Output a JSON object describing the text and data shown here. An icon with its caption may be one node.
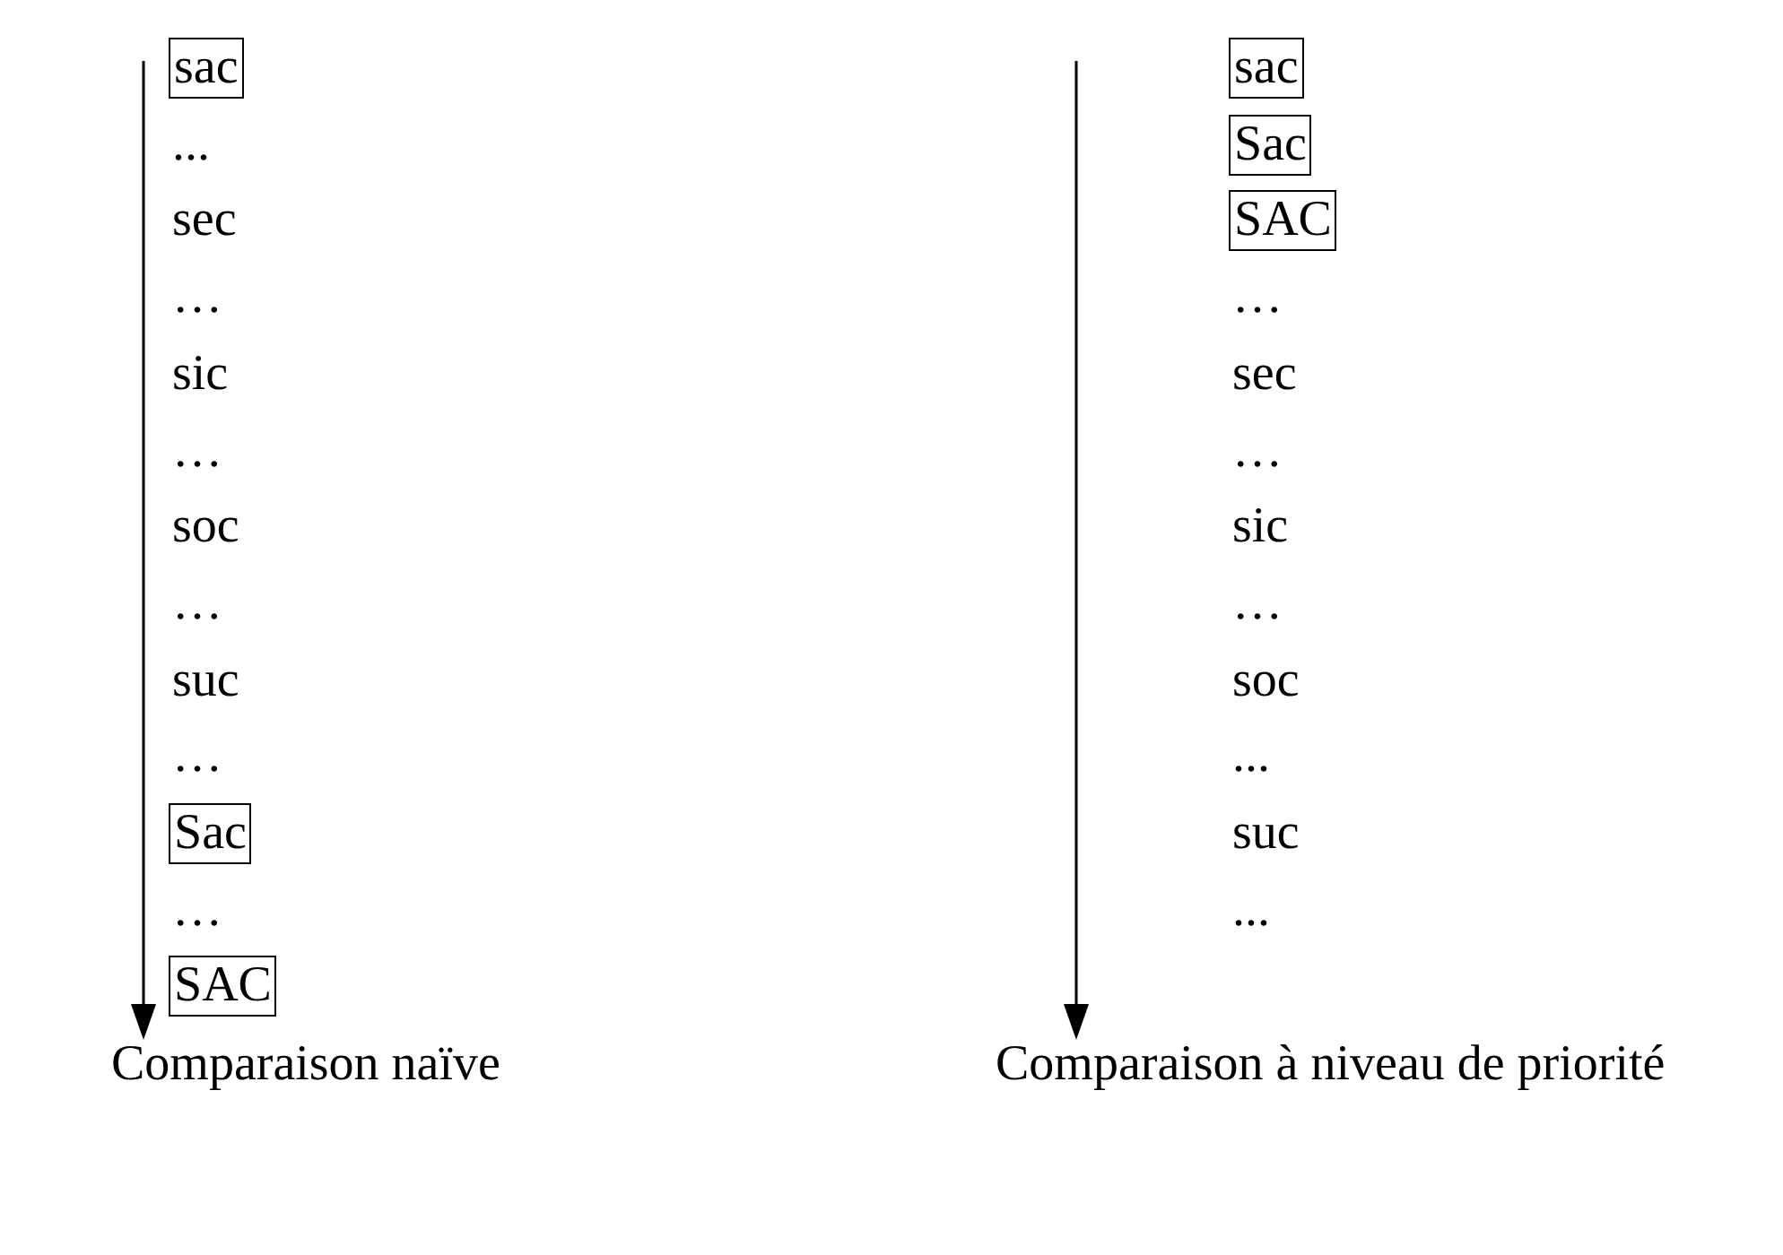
{
  "diagram": {
    "nodes": [
      {
        "text": [
          "sac"
        ]
      },
      {
        "text": [
          "Sac"
        ]
      },
      {
        "text": [
          "SAC"
        ]
      },
      {
        "text": [
          "sac"
        ]
      },
      {
        "text": [
          "Sac"
        ]
      },
      {
        "text": [
          "SAC"
        ]
      }
    ],
    "labels": [
      "...",
      "sec",
      "…",
      "sic",
      "…",
      "soc",
      "…",
      "suc",
      "…",
      "…",
      "…",
      "sec",
      "…",
      "sic",
      "…",
      "soc",
      "...",
      "suc",
      "...",
      "Comparaison naïve",
      "Comparaison à niveau de priorité"
    ]
  }
}
